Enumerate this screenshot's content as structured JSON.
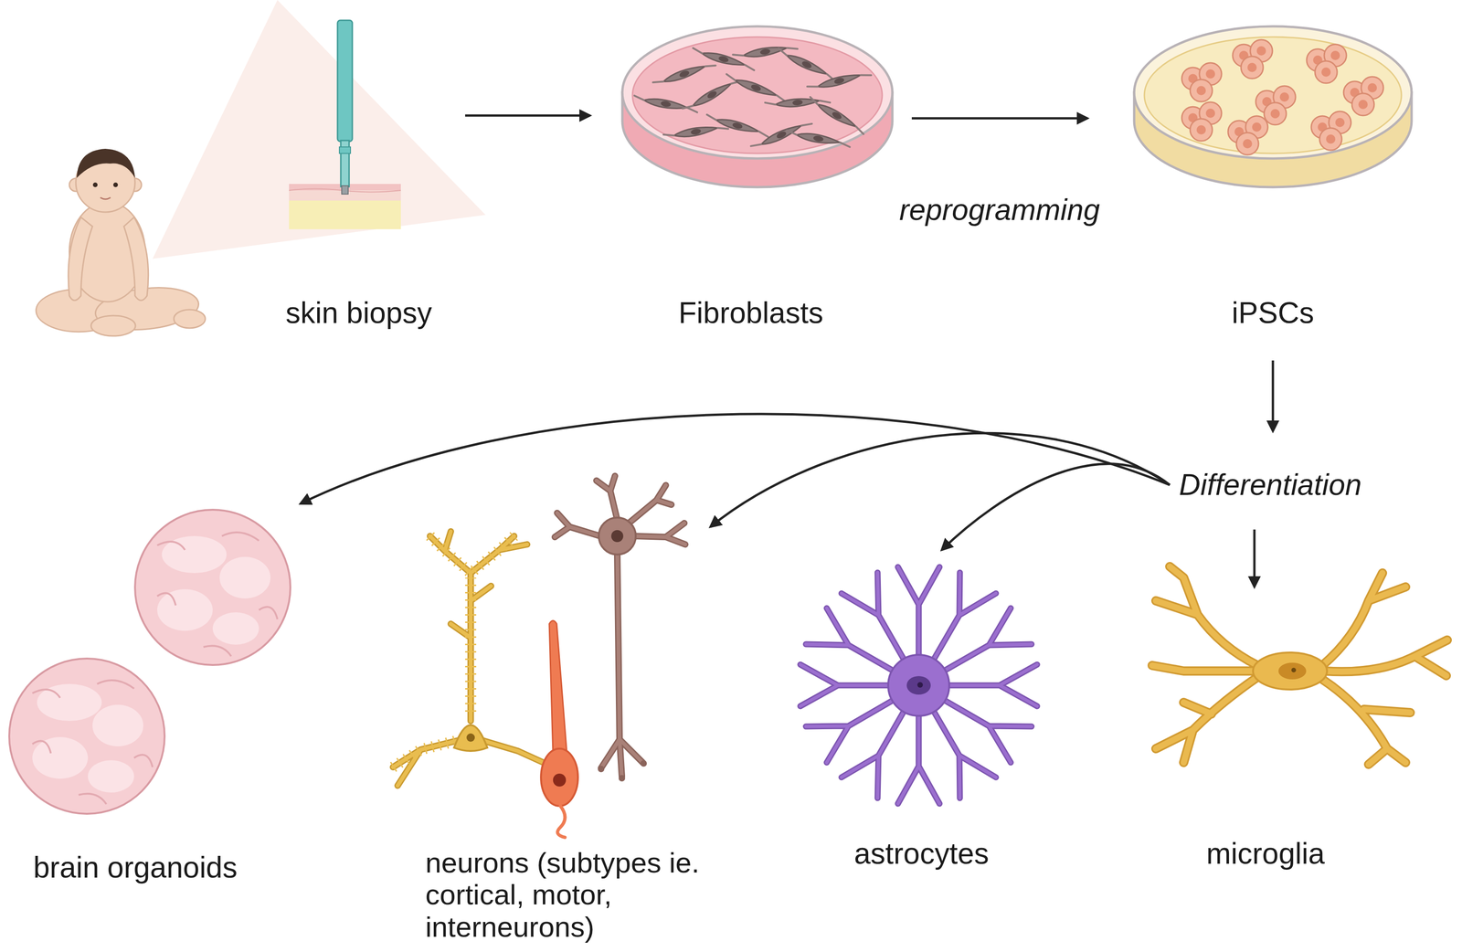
{
  "diagram": {
    "nodes": [
      {
        "text": [
          "skin biopsy"
        ]
      },
      {
        "text": [
          "Fibroblasts"
        ]
      },
      {
        "text": [
          "iPSCs"
        ]
      },
      {
        "text": [
          "Differentiation"
        ]
      },
      {
        "text": [
          "brain organoids"
        ]
      },
      {
        "text": [
          "neurons (subtypes ie. cortical, motor, interneurons)"
        ]
      },
      {
        "text": [
          "astrocytes"
        ]
      },
      {
        "text": [
          "microglia"
        ]
      }
    ],
    "edges": [
      {
        "from": 0,
        "to": 1,
        "arrow": "to"
      },
      {
        "from": 1,
        "to": 2,
        "label": "reprogramming",
        "arrow": "to"
      },
      {
        "from": 2,
        "to": 3,
        "arrow": "to"
      },
      {
        "from": 3,
        "to": 4,
        "arrow": "to"
      },
      {
        "from": 3,
        "to": 5,
        "arrow": "to"
      },
      {
        "from": 3,
        "to": 6,
        "arrow": "to"
      },
      {
        "from": 3,
        "to": 7,
        "arrow": "to"
      }
    ]
  }
}
